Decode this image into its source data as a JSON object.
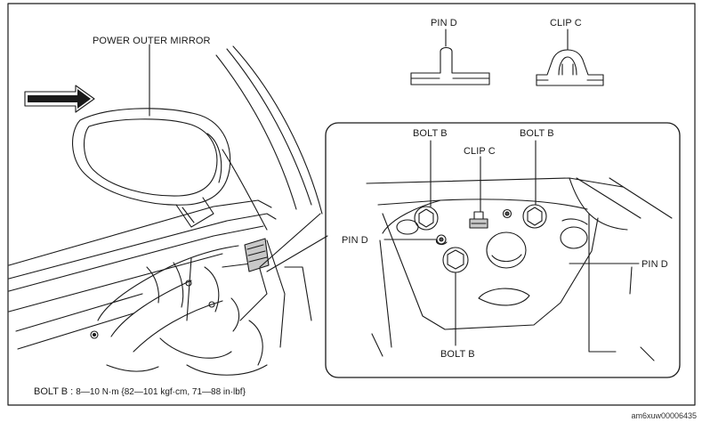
{
  "labels": {
    "mirror": "POWER OUTER MIRROR",
    "pin_d_top": "PIN D",
    "clip_c_top": "CLIP C",
    "bolt_b_1": "BOLT B",
    "bolt_b_2": "BOLT B",
    "bolt_b_3": "BOLT B",
    "clip_c": "CLIP C",
    "pin_d_left": "PIN D",
    "pin_d_right": "PIN D"
  },
  "torque": {
    "prefix": "BOLT B : ",
    "spec": "8—10 N·m {82—101 kgf·cm, 71—88 in·lbf}"
  },
  "figure_code": "am6xuw00006435",
  "colors": {
    "line": "#1a1a1a",
    "shade": "#c8c8c8",
    "dark": "#555555"
  }
}
